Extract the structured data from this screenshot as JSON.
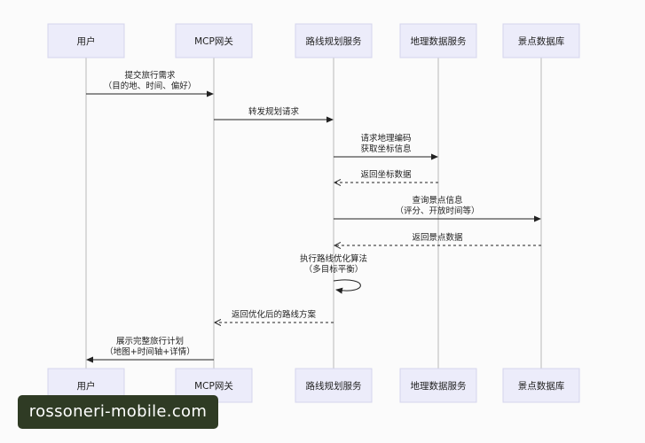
{
  "participants": [
    "用户",
    "MCP网关",
    "路线规划服务",
    "地理数据服务",
    "景点数据库"
  ],
  "messages": [
    {
      "from": 0,
      "to": 1,
      "style": "solid",
      "lines": [
        "提交旅行需求",
        "（目的地、时间、偏好）"
      ]
    },
    {
      "from": 1,
      "to": 2,
      "style": "solid",
      "lines": [
        "转发规划请求"
      ]
    },
    {
      "from": 2,
      "to": 3,
      "style": "solid",
      "lines": [
        "请求地理编码",
        "获取坐标信息"
      ]
    },
    {
      "from": 3,
      "to": 2,
      "style": "dashed",
      "lines": [
        "返回坐标数据"
      ]
    },
    {
      "from": 2,
      "to": 4,
      "style": "solid",
      "lines": [
        "查询景点信息",
        "（评分、开放时间等）"
      ]
    },
    {
      "from": 4,
      "to": 2,
      "style": "dashed",
      "lines": [
        "返回景点数据"
      ]
    },
    {
      "from": 2,
      "to": 2,
      "style": "solid",
      "lines": [
        "执行路线优化算法",
        "（多目标平衡）"
      ]
    },
    {
      "from": 2,
      "to": 1,
      "style": "dashed",
      "lines": [
        "返回优化后的路线方案"
      ]
    },
    {
      "from": 1,
      "to": 0,
      "style": "solid",
      "lines": [
        "展示完整旅行计划",
        "（地图+时间轴+详情）"
      ]
    }
  ],
  "watermark": "rossoneri-mobile.com",
  "colors": {
    "participant_fill": "#ececfa",
    "participant_border": "#d4d4ec",
    "line": "#222222",
    "lifeline": "#b9b9b9",
    "watermark_bg": "#2f3b24"
  }
}
